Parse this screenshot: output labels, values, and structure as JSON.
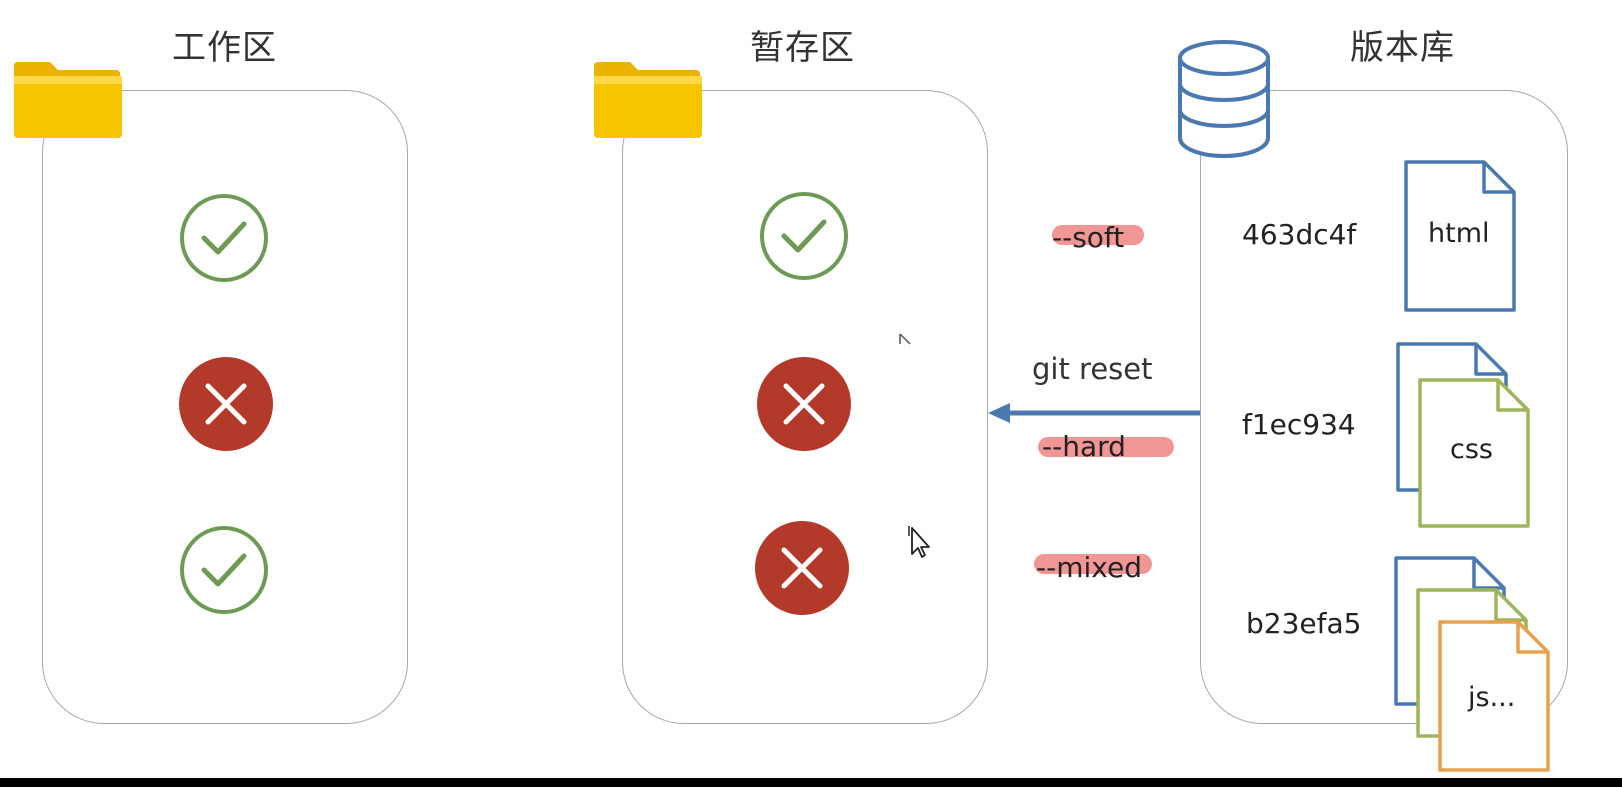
{
  "areas": {
    "working": {
      "title": "工作区"
    },
    "staging": {
      "title": "暂存区"
    },
    "repository": {
      "title": "版本库"
    }
  },
  "command": "git reset",
  "options": {
    "soft": "--soft",
    "hard": "--hard",
    "mixed": "--mixed"
  },
  "commits": [
    {
      "hash": "463dc4f",
      "file_label": "html"
    },
    {
      "hash": "f1ec934",
      "file_label": "css"
    },
    {
      "hash": "b23efa5",
      "file_label": "js..."
    }
  ],
  "colors": {
    "check_green": "#6f9a55",
    "cross_red": "#b33a2a",
    "arrow_blue": "#4a79b0",
    "file_blue": "#4a79b0",
    "file_green": "#9cb55a",
    "file_orange": "#e7a04b",
    "highlight": "#f08a8a",
    "folder_yellow": "#f7c400"
  },
  "status": {
    "working": [
      "check-icon",
      "cross-icon",
      "check-icon"
    ],
    "staging": [
      "check-icon",
      "cross-icon",
      "cross-icon"
    ]
  }
}
